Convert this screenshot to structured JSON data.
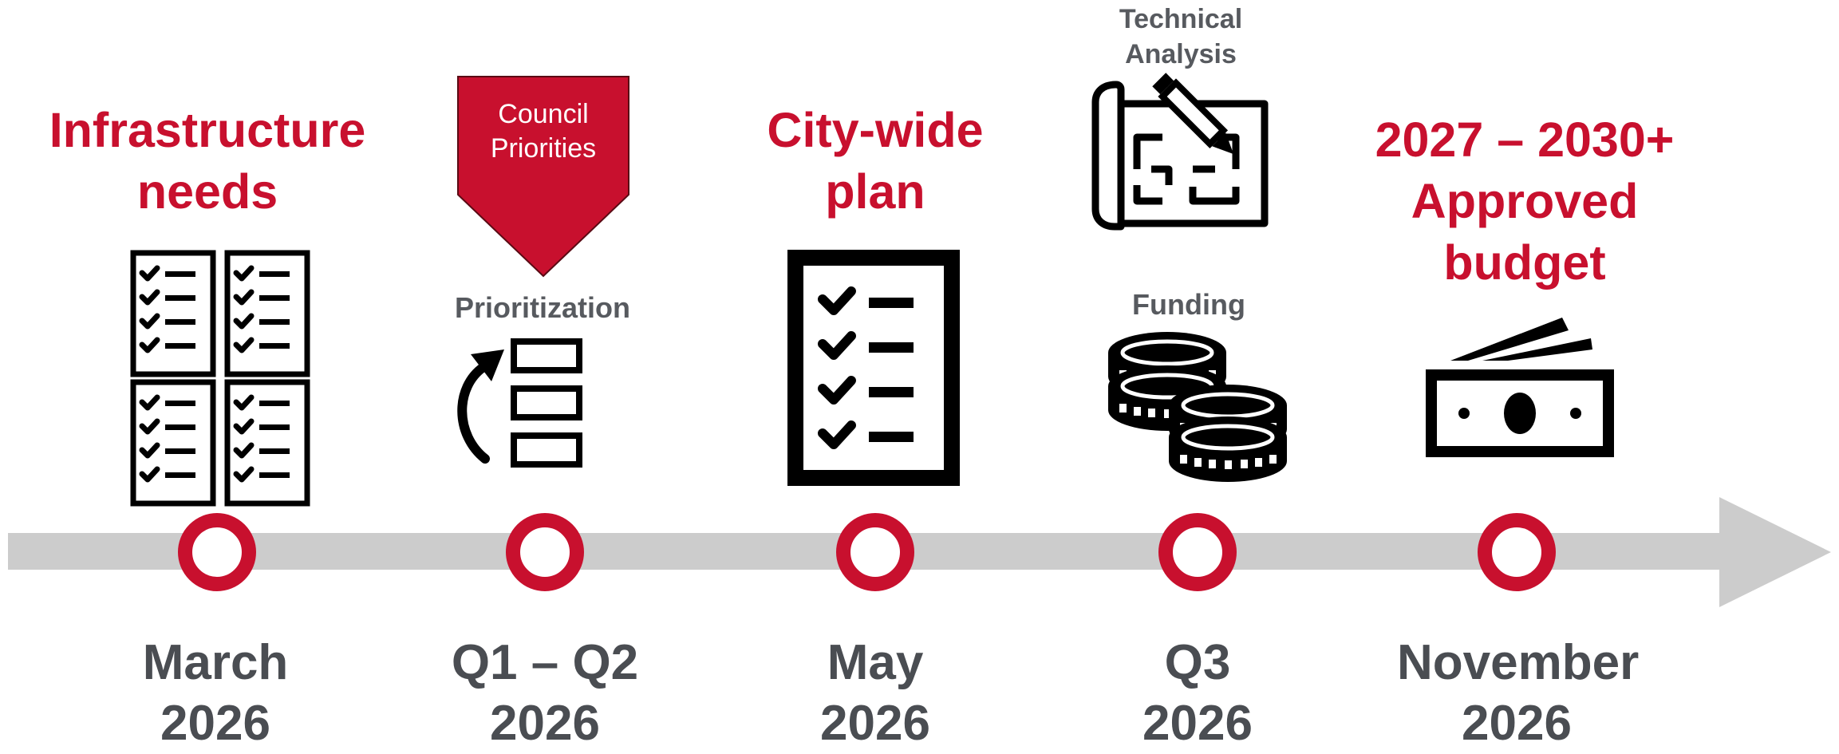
{
  "colors": {
    "accent": "#c8102e",
    "timeline": "#cccccc",
    "icon": "#000000",
    "label": "#575a5f",
    "date": "#4a4d52"
  },
  "milestones": [
    {
      "title_line1": "Infrastructure",
      "title_line2": "needs",
      "date_line1": "March",
      "date_line2": "2026",
      "icon": "checklist-grid-icon"
    },
    {
      "badge_line1": "Council",
      "badge_line2": "Priorities",
      "label": "Prioritization",
      "date_line1": "Q1 – Q2",
      "date_line2": "2026",
      "icon": "prioritization-icon"
    },
    {
      "title_line1": "City-wide",
      "title_line2": "plan",
      "date_line1": "May",
      "date_line2": "2026",
      "icon": "checklist-icon"
    },
    {
      "label_top_line1": "Technical",
      "label_top_line2": "Analysis",
      "label_mid": "Funding",
      "date_line1": "Q3",
      "date_line2": "2026",
      "icon": "blueprint-icon",
      "icon2": "coins-icon"
    },
    {
      "title_line1": "2027 – 2030+",
      "title_line2": "Approved",
      "title_line3": "budget",
      "date_line1": "November",
      "date_line2": "2026",
      "icon": "money-icon"
    }
  ]
}
